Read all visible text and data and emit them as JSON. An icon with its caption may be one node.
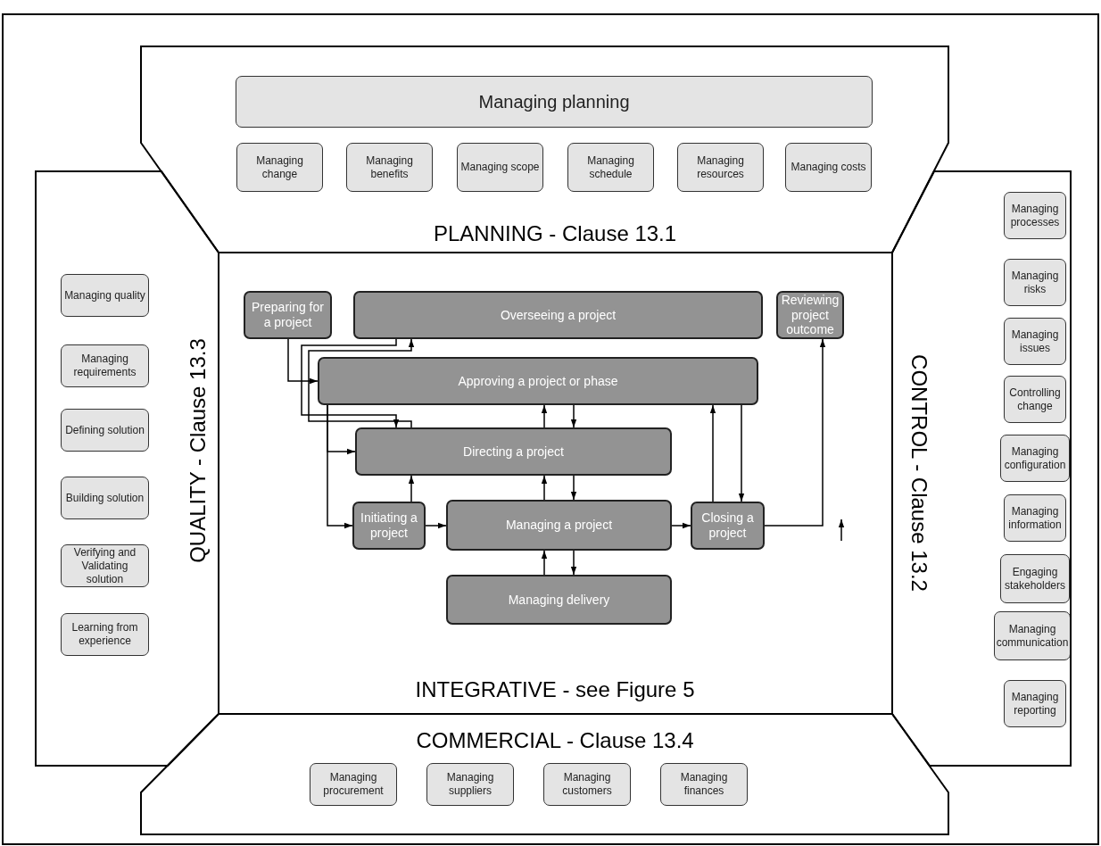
{
  "diagram": {
    "nodes": [
      {
        "text": [
          "PLANNING - Clause 13.1"
        ]
      },
      {
        "text": [
          "Managing planning"
        ],
        "in": 0
      },
      {
        "text": [
          "Managing change"
        ],
        "in": 0
      },
      {
        "text": [
          "Managing benefits"
        ],
        "in": 0
      },
      {
        "text": [
          "Managing scope"
        ],
        "in": 0
      },
      {
        "text": [
          "Managing schedule"
        ],
        "in": 0
      },
      {
        "text": [
          "Managing resources"
        ],
        "in": 0
      },
      {
        "text": [
          "Managing costs"
        ],
        "in": 0
      },
      {
        "text": [
          "QUALITY - Clause 13.3"
        ]
      },
      {
        "text": [
          "Managing quality"
        ],
        "in": 8
      },
      {
        "text": [
          "Managing requirements"
        ],
        "in": 8
      },
      {
        "text": [
          "Defining solution"
        ],
        "in": 8
      },
      {
        "text": [
          "Building solution"
        ],
        "in": 8
      },
      {
        "text": [
          "Verifying and Validating solution"
        ],
        "in": 8
      },
      {
        "text": [
          "Learning from experience"
        ],
        "in": 8
      },
      {
        "text": [
          "INTEGRATIVE - see Figure 5"
        ]
      },
      {
        "text": [
          "Preparing for a project"
        ],
        "in": 15
      },
      {
        "text": [
          "Overseeing a project"
        ],
        "in": 15
      },
      {
        "text": [
          "Reviewing project outcome"
        ],
        "in": 15
      },
      {
        "text": [
          "Approving a project or phase"
        ],
        "in": 15
      },
      {
        "text": [
          "Directing a project"
        ],
        "in": 15
      },
      {
        "text": [
          "Initiating a project"
        ],
        "in": 15
      },
      {
        "text": [
          "Managing a project"
        ],
        "in": 15
      },
      {
        "text": [
          "Closing a project"
        ],
        "in": 15
      },
      {
        "text": [
          "Managing delivery"
        ],
        "in": 15
      },
      {
        "text": [
          "CONTROL - Clause 13.2"
        ]
      },
      {
        "text": [
          "Managing processes"
        ],
        "in": 25
      },
      {
        "text": [
          "Managing risks"
        ],
        "in": 25
      },
      {
        "text": [
          "Managing issues"
        ],
        "in": 25
      },
      {
        "text": [
          "Controlling change"
        ],
        "in": 25
      },
      {
        "text": [
          "Managing configuration"
        ],
        "in": 25
      },
      {
        "text": [
          "Managing information"
        ],
        "in": 25
      },
      {
        "text": [
          "Engaging stakeholders"
        ],
        "in": 25
      },
      {
        "text": [
          "Managing communication"
        ],
        "in": 25
      },
      {
        "text": [
          "Managing reporting"
        ],
        "in": 25
      },
      {
        "text": [
          "COMMERCIAL - Clause 13.4"
        ]
      },
      {
        "text": [
          "Managing procurement"
        ],
        "in": 35
      },
      {
        "text": [
          "Managing suppliers"
        ],
        "in": 35
      },
      {
        "text": [
          "Managing customers"
        ],
        "in": 35
      },
      {
        "text": [
          "Managing finances"
        ],
        "in": 35
      }
    ],
    "edges": [
      {
        "from": 16,
        "to": 19,
        "arrow": "to"
      },
      {
        "from": 17,
        "to": 20,
        "arrow": "to"
      },
      {
        "from": 20,
        "to": 17,
        "arrow": "to"
      },
      {
        "from": 20,
        "to": 19,
        "arrow": "to"
      },
      {
        "from": 19,
        "to": 20,
        "arrow": "to"
      },
      {
        "from": 19,
        "to": 20,
        "arrow": "to"
      },
      {
        "from": 19,
        "to": 21,
        "arrow": "to"
      },
      {
        "from": 21,
        "to": 20,
        "arrow": "to"
      },
      {
        "from": 21,
        "to": 22,
        "arrow": "to"
      },
      {
        "from": 22,
        "to": 20,
        "arrow": "to"
      },
      {
        "from": 20,
        "to": 22,
        "arrow": "to"
      },
      {
        "from": 22,
        "to": 24,
        "arrow": "to"
      },
      {
        "from": 24,
        "to": 22,
        "arrow": "to"
      },
      {
        "from": 22,
        "to": 23,
        "arrow": "to"
      },
      {
        "from": 23,
        "to": 19,
        "arrow": "to"
      },
      {
        "from": 19,
        "to": 23,
        "arrow": "to"
      },
      {
        "from": 23,
        "to": 18,
        "arrow": "to"
      }
    ]
  }
}
